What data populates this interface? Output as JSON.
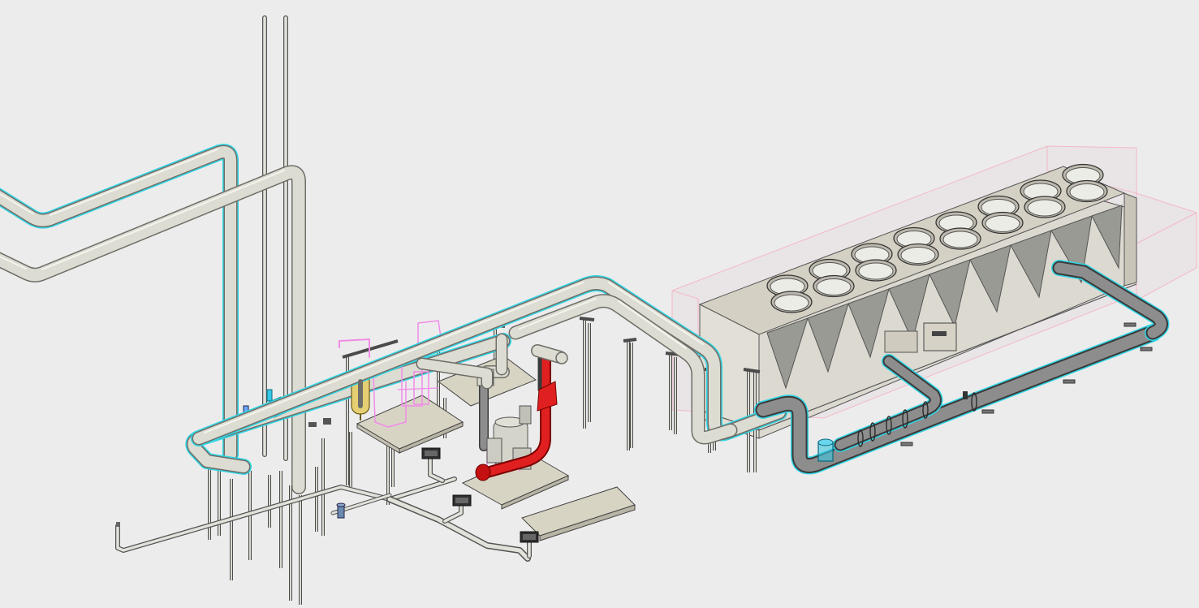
{
  "scene": {
    "type": "isometric-mep-piping-model",
    "background_color": "#ececec",
    "colors": {
      "pipe_light": "#dcdcd2",
      "pipe_outline": "#6e6e68",
      "pipe_dark": "#8d8d8d",
      "selection_highlight": "#30d6e6",
      "hidden_lines": "#f08ce8",
      "valve_red": "#e02020",
      "tank_yellow": "#e6cf72",
      "equipment_pad": "#d8d4c4",
      "chiller_body": "#d6d2c8",
      "clearance_zone": "#f4d0d8"
    },
    "components": [
      {
        "name": "vertical-vent-pipes",
        "count": 2
      },
      {
        "name": "overhead-supply-pipes",
        "count": 2
      },
      {
        "name": "main-loop-pipe",
        "count": 1
      },
      {
        "name": "expansion-tank",
        "count": 1
      },
      {
        "name": "pump-assembly",
        "count": 1
      },
      {
        "name": "red-valve-riser",
        "count": 1
      },
      {
        "name": "equipment-pads",
        "count": 3
      },
      {
        "name": "floor-drains",
        "count": 3
      },
      {
        "name": "air-cooled-chiller",
        "count": 1
      },
      {
        "name": "chiller-fans",
        "count": 16
      },
      {
        "name": "chiller-connection-pipes",
        "count": 2
      }
    ]
  }
}
